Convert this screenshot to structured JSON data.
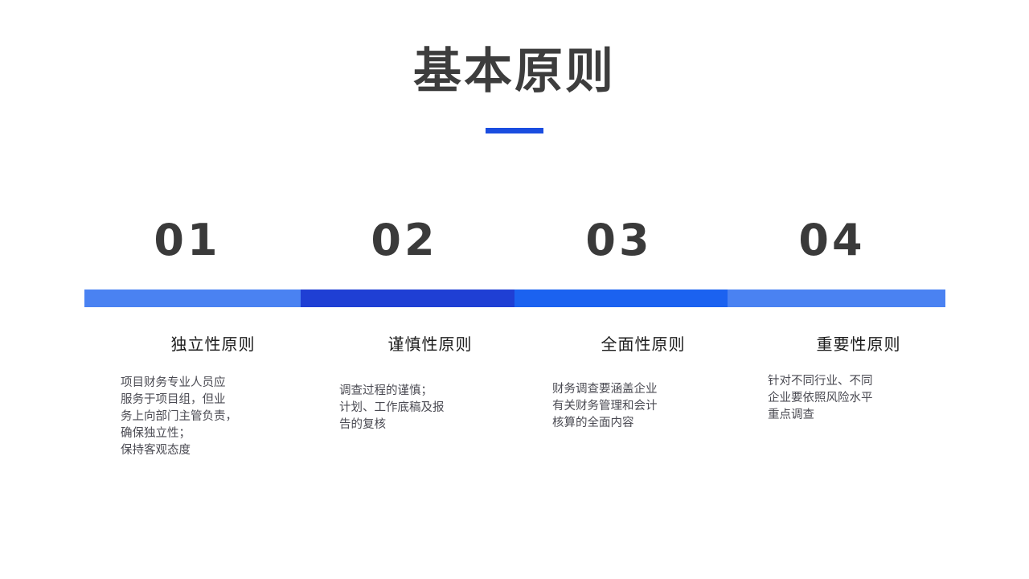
{
  "slide": {
    "title": "基本原则",
    "background_color": "#ffffff",
    "title_color": "#3d3d3d",
    "accent_color": "#1a4de0"
  },
  "timeline": {
    "bar_colors": [
      "#4a82f2",
      "#1f3fd4",
      "#1b62f0",
      "#4a82f2"
    ],
    "steps": [
      {
        "number": "01",
        "heading": "独立性原则",
        "body": "项目财务专业人员应\n服务于项目组，但业\n务上向部门主管负责，\n确保独立性；\n保持客观态度"
      },
      {
        "number": "02",
        "heading": "谨慎性原则",
        "body": "调查过程的谨慎；\n计划、工作底稿及报\n告的复核"
      },
      {
        "number": "03",
        "heading": "全面性原则",
        "body": "财务调查要涵盖企业\n有关财务管理和会计\n核算的全面内容"
      },
      {
        "number": "04",
        "heading": "重要性原则",
        "body": "针对不同行业、不同\n企业要依照风险水平\n重点调查"
      }
    ]
  }
}
